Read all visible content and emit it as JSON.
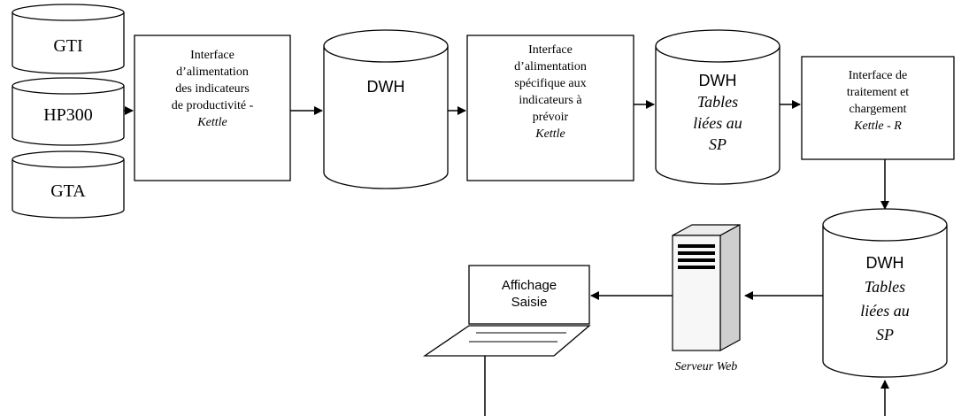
{
  "sources": [
    "GTI",
    "HP300",
    "GTA"
  ],
  "feed_interface": {
    "lines": [
      "Interface",
      "d’alimentation",
      "des indicateurs",
      "de productivité -"
    ],
    "tool": "Kettle"
  },
  "dwh_main": {
    "label": "DWH"
  },
  "specific_interface": {
    "lines": [
      "Interface",
      "d’alimentation",
      "spécifique aux",
      "indicateurs à",
      "prévoir"
    ],
    "tool": "Kettle"
  },
  "dwh_sp_top": {
    "title": "DWH",
    "lines": [
      "Tables",
      "liées au",
      "SP"
    ]
  },
  "processing_interface": {
    "lines": [
      "Interface de",
      "traitement et",
      "chargement"
    ],
    "tool": "Kettle - R"
  },
  "dwh_sp_bottom": {
    "title": "DWH",
    "lines": [
      "Tables",
      "liées au",
      "SP"
    ]
  },
  "web_server": {
    "label": "Serveur Web"
  },
  "laptop": {
    "lines": [
      "Affichage",
      "Saisie"
    ]
  }
}
